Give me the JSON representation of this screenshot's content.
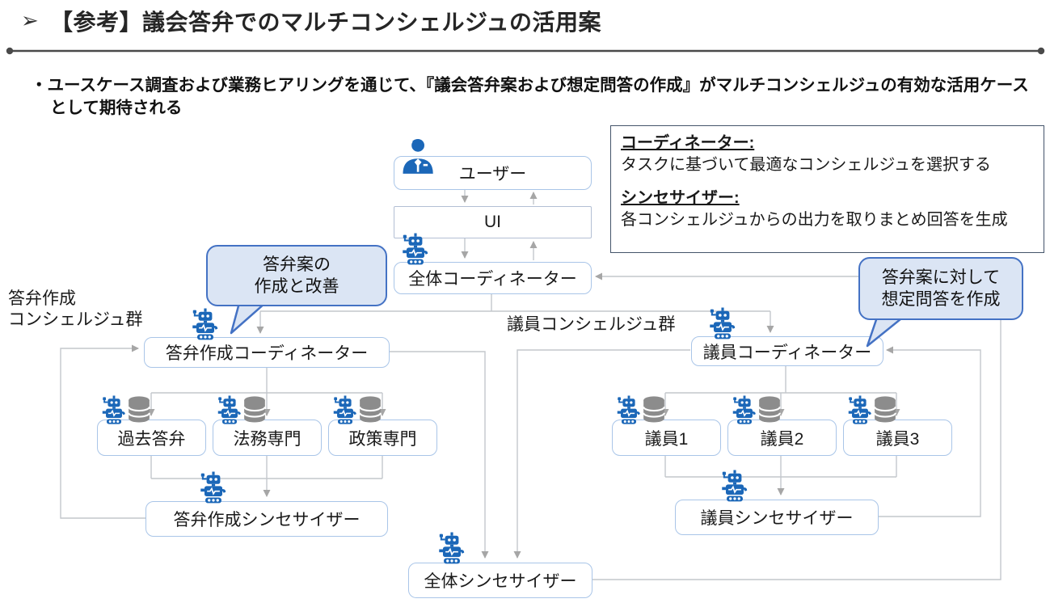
{
  "header": {
    "marker": "➢",
    "title": "【参考】議会答弁でのマルチコンシェルジュの活用案"
  },
  "bullet": {
    "marker": "・",
    "text": "ユースケース調査および業務ヒアリングを通じて、『議会答弁案および想定問答の作成』がマルチコンシェルジュの有効な活用ケースとして期待される"
  },
  "legend": {
    "coordinator_term": "コーディネーター:",
    "coordinator_desc": "タスクに基づいて最適なコンシェルジュを選択する",
    "synthesizer_term": "シンセサイザー:",
    "synthesizer_desc": "各コンシェルジュからの出力を取りまとめ回答を生成"
  },
  "callouts": {
    "left": {
      "line1": "答弁案の",
      "line2": "作成と改善"
    },
    "right": {
      "line1": "答弁案に対して",
      "line2": "想定問答を作成"
    }
  },
  "group_labels": {
    "left_line1": "答弁作成",
    "left_line2": "コンシェルジュ群",
    "right": "議員コンシェルジュ群"
  },
  "nodes": {
    "user": "ユーザー",
    "ui": "UI",
    "overall_coordinator": "全体コーディネーター",
    "answer_coordinator": "答弁作成コーディネーター",
    "member_coordinator": "議員コーディネーター",
    "past_answers": "過去答弁",
    "legal_expert": "法務専門",
    "policy_expert": "政策専門",
    "member1": "議員1",
    "member2": "議員2",
    "member3": "議員3",
    "answer_synthesizer": "答弁作成シンセサイザー",
    "member_synthesizer": "議員シンセサイザー",
    "overall_synthesizer": "全体シンセサイザー"
  },
  "icons": {
    "user": "user-person-icon",
    "agent": "robot-agent-icon",
    "database": "database-icon"
  },
  "colors": {
    "agent_blue": "#1b67b8",
    "database_gray": "#8c8c8c",
    "node_border": "#a9c5e8",
    "connector_gray": "#c3c7cc",
    "arrowhead_gray": "#a6a6a6",
    "callout_fill": "#dbe5f4",
    "callout_border": "#4472c4",
    "legend_border": "#44546a",
    "title_rule": "#4a4a4a"
  }
}
